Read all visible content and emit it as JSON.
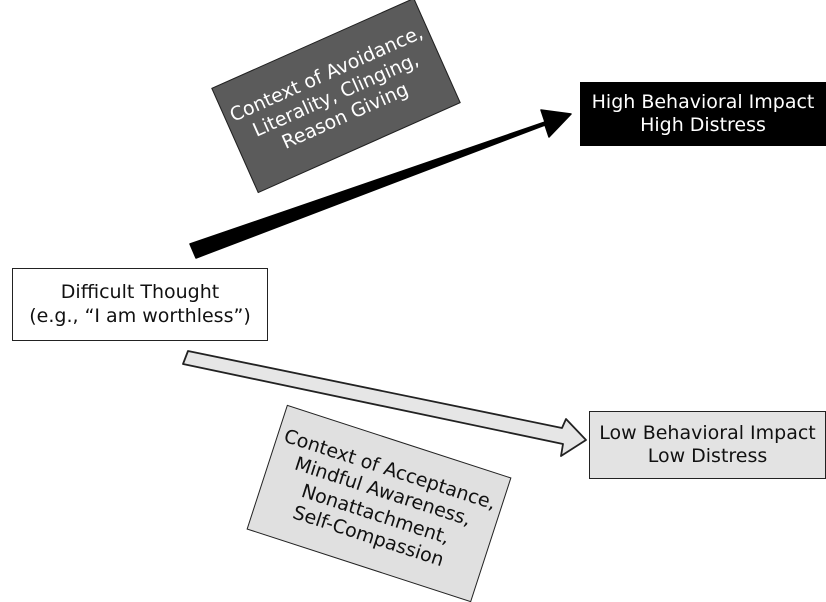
{
  "diagram": {
    "difficult_thought": {
      "line1": "Difficult Thought",
      "line2": "(e.g., “I am worthless”)"
    },
    "high_outcome": {
      "line1": "High Behavioral Impact",
      "line2": "High Distress"
    },
    "low_outcome": {
      "line1": "Low Behavioral Impact",
      "line2": "Low Distress"
    },
    "avoidance_context": {
      "line1": "Context of Avoidance,",
      "line2": "Literality, Clinging,",
      "line3": "Reason Giving"
    },
    "acceptance_context": {
      "line1": "Context of Acceptance,",
      "line2": "Mindful Awareness,",
      "line3": "Nonattachment,",
      "line4": "Self-Compassion"
    }
  },
  "colors": {
    "high_outcome_fill": "#000000",
    "avoidance_fill": "#5b5b5b",
    "low_fill": "#e3e3e3",
    "acceptance_fill": "#e0e0e0",
    "outline": "#222222"
  }
}
